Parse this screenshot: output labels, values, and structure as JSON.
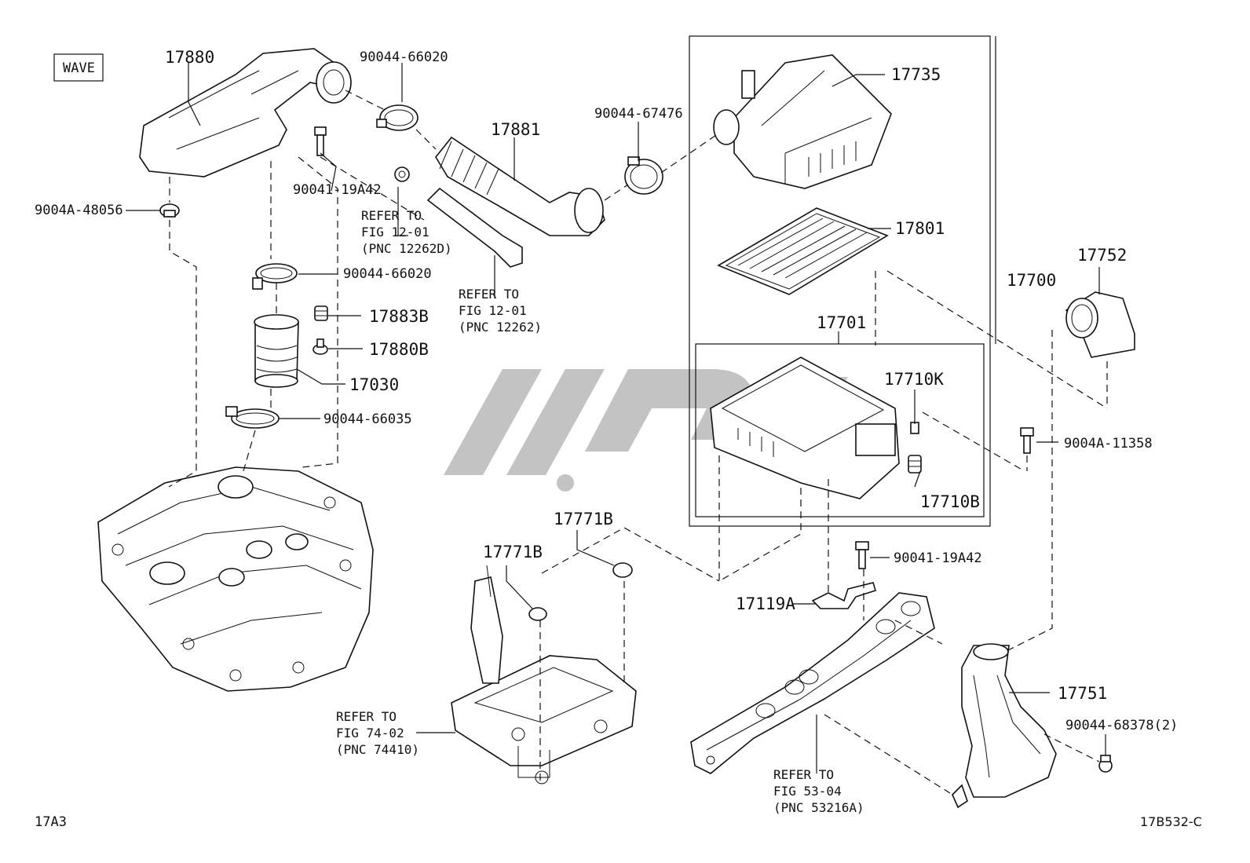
{
  "variant_box": "WAVE",
  "labels": {
    "p17880": "17880",
    "p90044_66020_top": "90044-66020",
    "p17881": "17881",
    "p90044_67476": "90044-67476",
    "p17735": "17735",
    "p17801": "17801",
    "p17700": "17700",
    "p17752": "17752",
    "p17701": "17701",
    "p17710K": "17710K",
    "p17710B": "17710B",
    "p9004A_11358": "9004A-11358",
    "p90041_19A42_top": "90041-19A42",
    "p9004A_48056": "9004A-48056",
    "p90044_66020_mid": "90044-66020",
    "p17883B": "17883B",
    "p17880B": "17880B",
    "p17030": "17030",
    "p90044_66035": "90044-66035",
    "p17771B_top": "17771B",
    "p17771B_left": "17771B",
    "p90041_19A42_bot": "90041-19A42",
    "p17119A": "17119A",
    "p17751": "17751",
    "p90044_68378": "90044-68378(2)"
  },
  "references": {
    "ref_12262D": [
      "REFER TO",
      "FIG 12-01",
      "(PNC 12262D)"
    ],
    "ref_12262": [
      "REFER TO",
      "FIG 12-01",
      "(PNC 12262)"
    ],
    "ref_74410": [
      "REFER TO",
      "FIG 74-02",
      "(PNC 74410)"
    ],
    "ref_53216A": [
      "REFER TO",
      "FIG 53-04",
      "(PNC 53216A)"
    ]
  },
  "footer": {
    "page_code": "17A3",
    "drawing_code": "17B532-C"
  }
}
